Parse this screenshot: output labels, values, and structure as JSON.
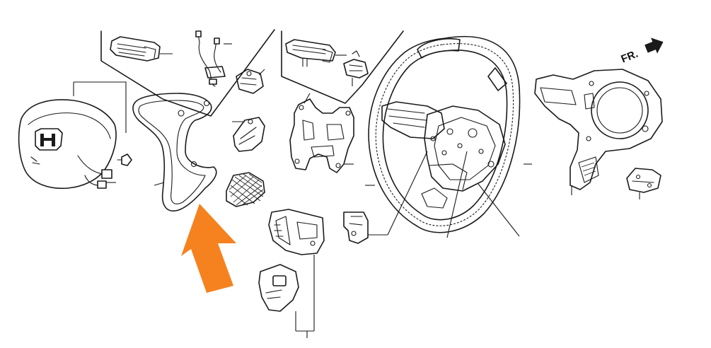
{
  "diagram": {
    "direction_marker": {
      "label": "FR."
    },
    "colors": {
      "ink": "#1a1a1a",
      "highlight_arrow": "#f5821f",
      "background": "#ffffff"
    },
    "callout_arrow": {
      "direction": "up-left",
      "points_to": "steering-wheel-lower-garnish"
    }
  }
}
